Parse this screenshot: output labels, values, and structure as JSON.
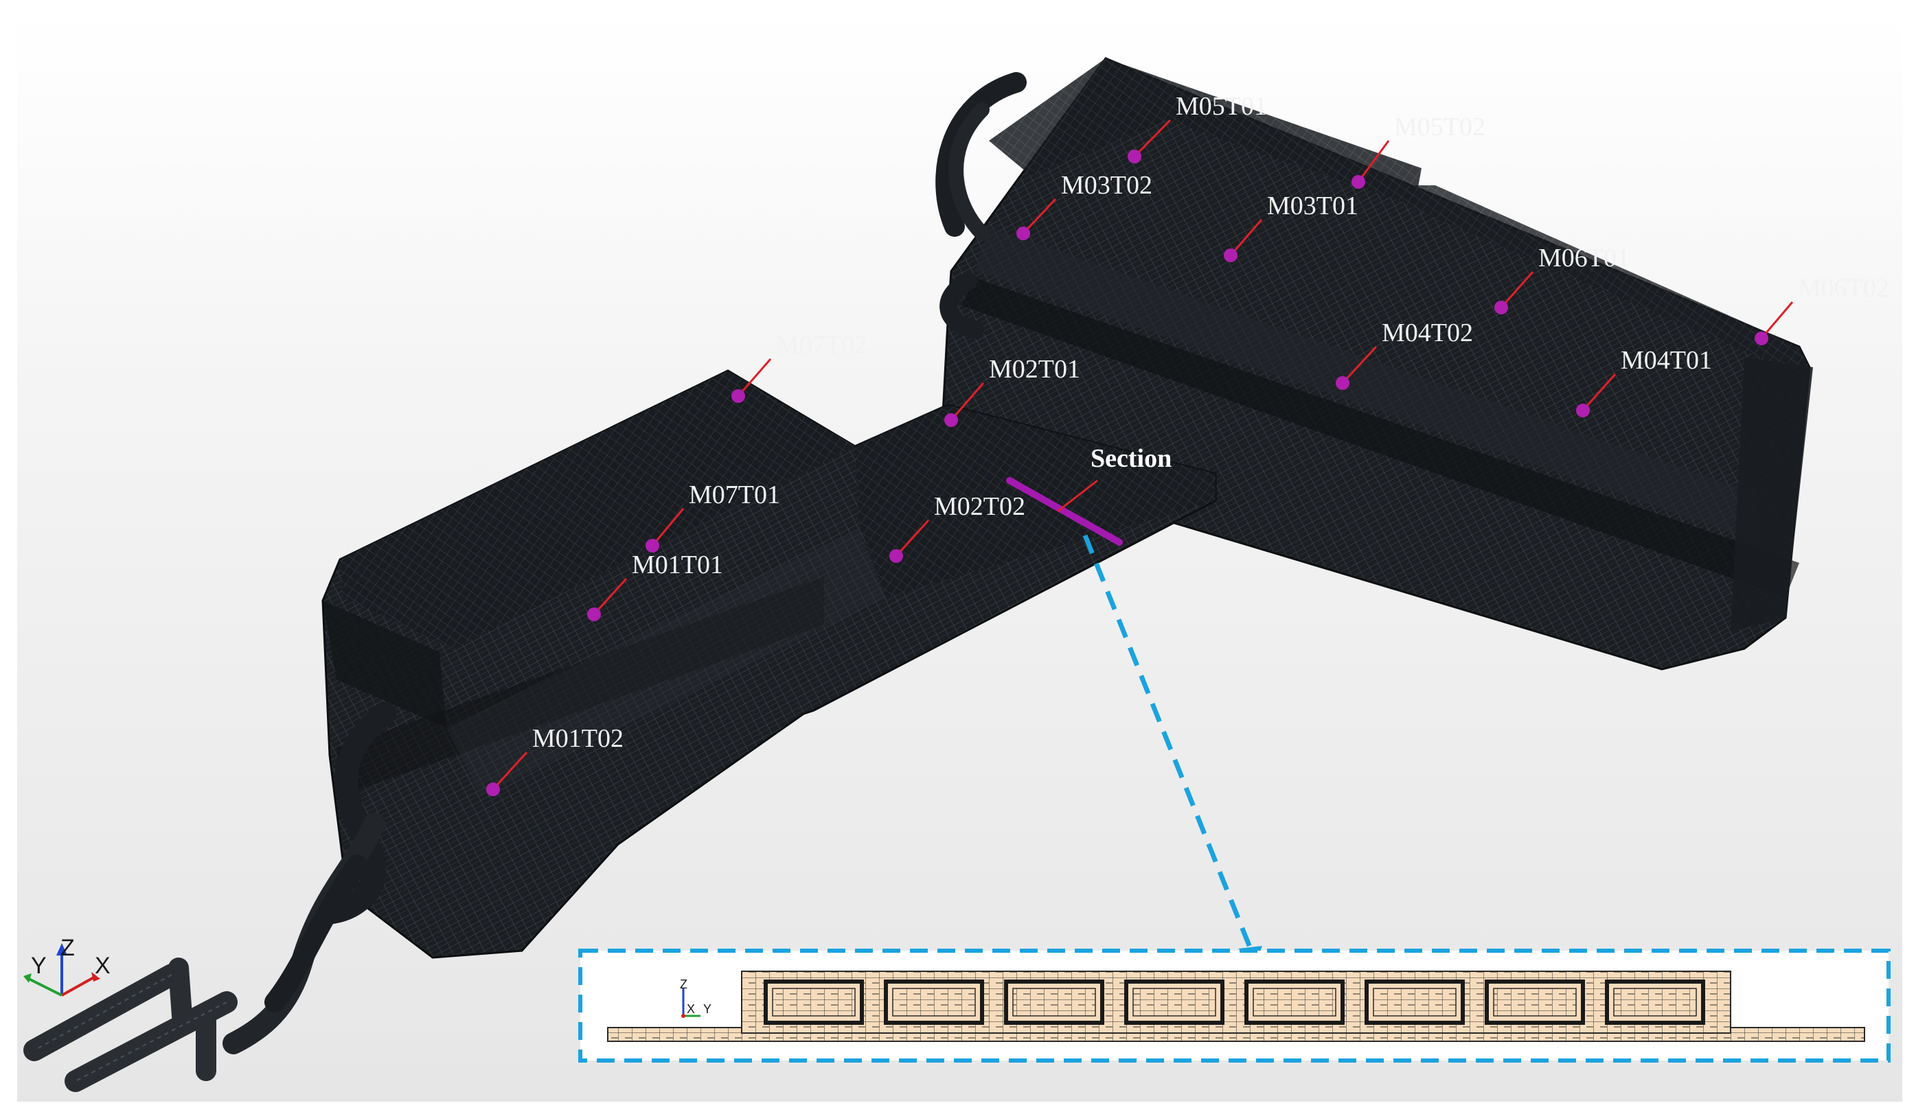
{
  "colors": {
    "mesh_dark": "#1b1e22",
    "mesh_line": "#3a4047",
    "probe_dot": "#b01fb0",
    "leader_line": "#e0202a",
    "section_line": "#a41ab0",
    "callout_blue": "#1aa3e0",
    "section_fill": "#f6dcbc",
    "axis_x": "#d42020",
    "axis_y": "#22a032",
    "axis_z": "#2046d0"
  },
  "section": {
    "label": "Section"
  },
  "axes_main": {
    "x": "X",
    "y": "Y",
    "z": "Z"
  },
  "axes_inset": {
    "x": "X",
    "y": "Y",
    "z": "Z"
  },
  "probes": [
    {
      "id": "M05T01"
    },
    {
      "id": "M05T02"
    },
    {
      "id": "M03T02"
    },
    {
      "id": "M03T01"
    },
    {
      "id": "M06T01"
    },
    {
      "id": "M06T02"
    },
    {
      "id": "M04T02"
    },
    {
      "id": "M04T01"
    },
    {
      "id": "M07T02"
    },
    {
      "id": "M02T01"
    },
    {
      "id": "M07T01"
    },
    {
      "id": "M02T02"
    },
    {
      "id": "M01T01"
    },
    {
      "id": "M01T02"
    }
  ]
}
